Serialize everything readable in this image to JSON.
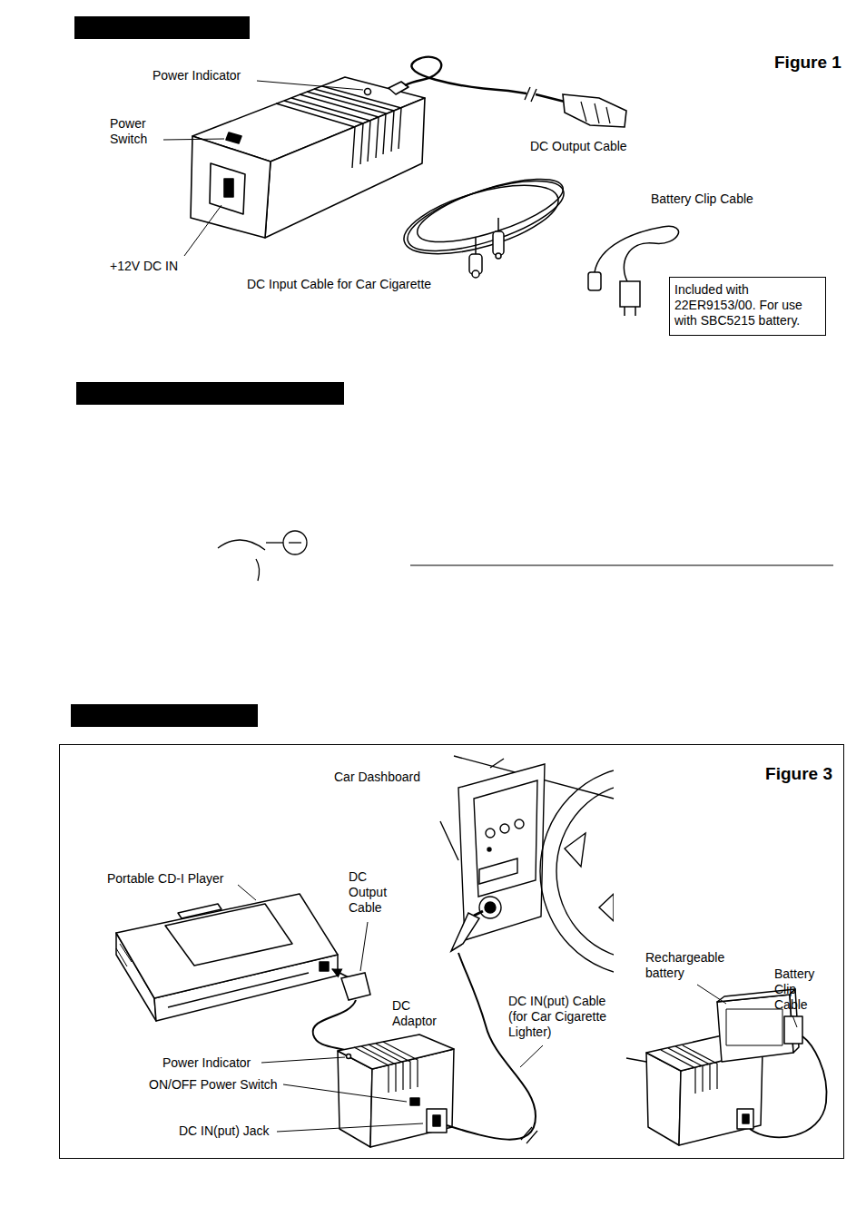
{
  "diagram": {
    "nodes": [
      {
        "text": [
          "Included with 22ER9153/00. For use with SBC5215 battery."
        ]
      },
      {
        "text": [
          "Figure 3"
        ]
      }
    ],
    "labels": [
      "Figure 1",
      "Power Indicator",
      "Power Switch",
      "DC Output Cable",
      "Battery Clip Cable",
      "+12V DC IN",
      "DC Input Cable for Car Cigarette",
      "Car Dashboard",
      "Portable CD-I Player",
      "DC Output Cable",
      "Rechargeable battery",
      "Battery Clip Cable",
      "DC IN(put) Cable (for Car Cigarette Lighter)",
      "DC Adaptor",
      "Power Indicator",
      "ON/OFF Power Switch",
      "DC IN(put) Jack"
    ]
  }
}
